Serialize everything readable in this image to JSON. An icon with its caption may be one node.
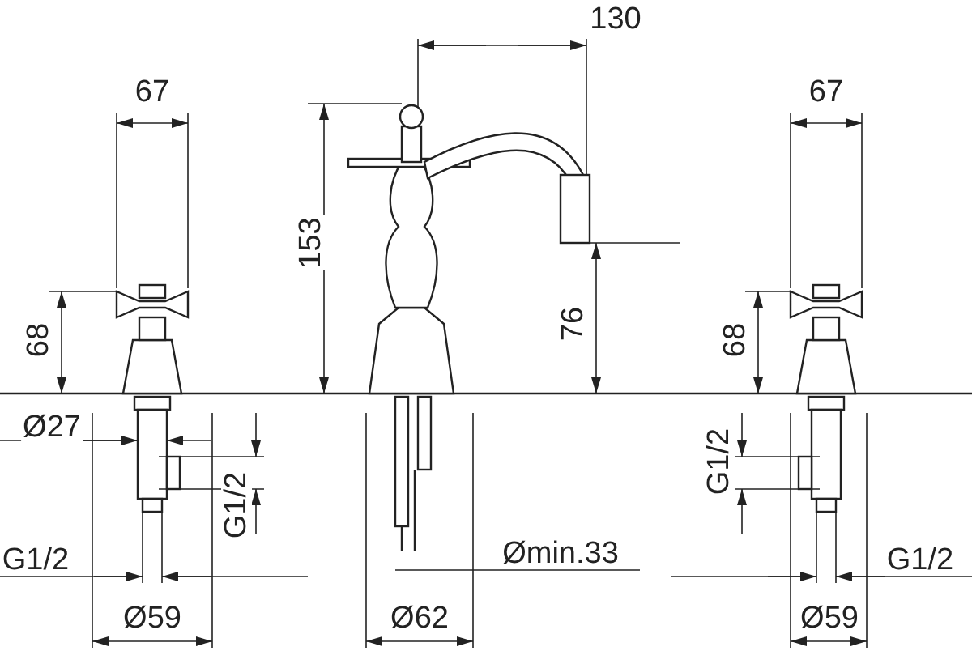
{
  "diagram": {
    "labels": [
      "130",
      "153",
      "67",
      "67",
      "68",
      "76",
      "68",
      "Ø27",
      "G1/2",
      "G1/2",
      "G1/2",
      "Ømin.33",
      "G1/2",
      "Ø59",
      "Ø62",
      "Ø59"
    ]
  }
}
